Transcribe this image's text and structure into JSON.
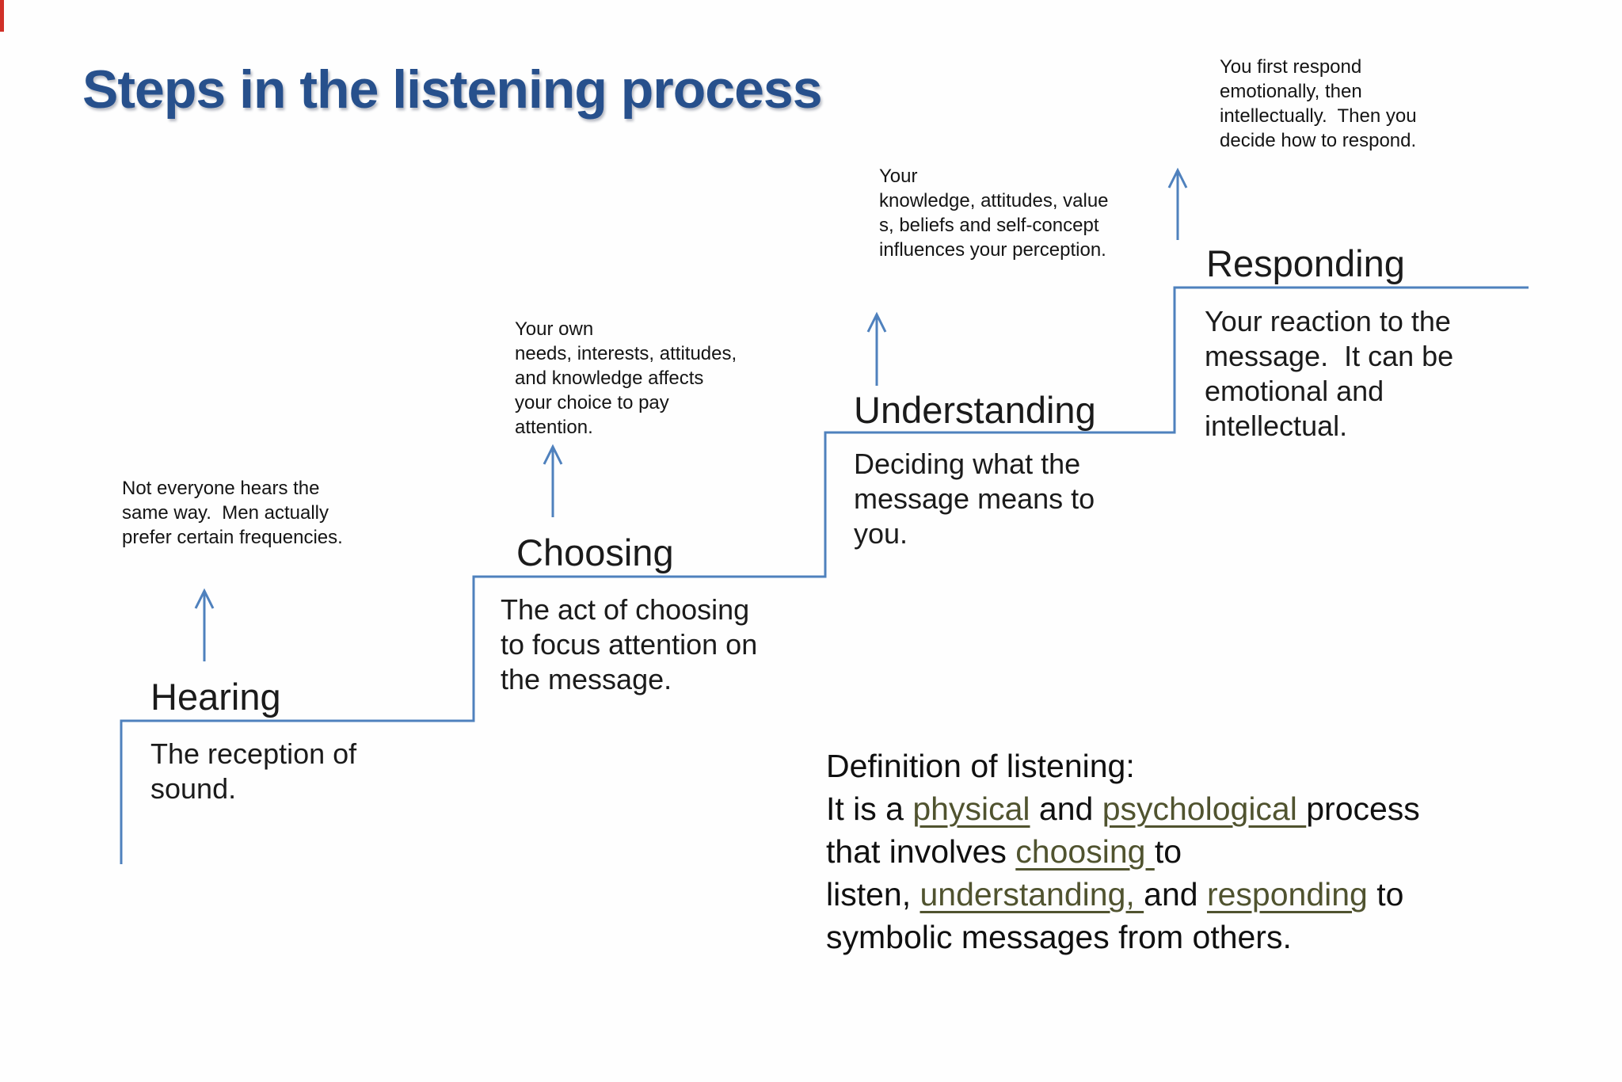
{
  "slide_title": "Steps in the listening process",
  "steps": [
    {
      "name": "Hearing",
      "title": "Hearing",
      "description": "The reception of\nsound.",
      "annotation": "Not everyone hears the\nsame way.  Men actually\nprefer certain frequencies."
    },
    {
      "name": "Choosing",
      "title": "Choosing",
      "description": "The act of choosing\nto focus attention on\nthe message.",
      "annotation": "Your own\nneeds, interests, attitudes,\nand knowledge affects\nyour choice to pay\nattention."
    },
    {
      "name": "Understanding",
      "title": "Understanding",
      "description": "Deciding what the\nmessage means to\nyou.",
      "annotation": "Your\nknowledge, attitudes, value\ns, beliefs and self-concept\ninfluences your perception."
    },
    {
      "name": "Responding",
      "title": "Responding",
      "description": "Your reaction to the\nmessage.  It can be\nemotional and\nintellectual.",
      "annotation": "You first respond\nemotionally, then\nintellectually.  Then you\ndecide how to respond."
    }
  ],
  "definition": {
    "heading": "Definition of listening:",
    "lines": [
      {
        "parts": [
          {
            "text": "It is a ",
            "underline": false
          },
          {
            "text": "physical",
            "underline": true
          },
          {
            "text": " and ",
            "underline": false
          },
          {
            "text": "psychological ",
            "underline": true
          },
          {
            "text": "process",
            "underline": false
          }
        ]
      },
      {
        "parts": [
          {
            "text": "that involves ",
            "underline": false
          },
          {
            "text": "choosing ",
            "underline": true
          },
          {
            "text": "to",
            "underline": false
          }
        ]
      },
      {
        "parts": [
          {
            "text": "listen, ",
            "underline": false
          },
          {
            "text": "understanding, ",
            "underline": true
          },
          {
            "text": "and ",
            "underline": false
          },
          {
            "text": "responding",
            "underline": true
          },
          {
            "text": " to",
            "underline": false
          }
        ]
      },
      {
        "parts": [
          {
            "text": "symbolic messages from others.",
            "underline": false
          }
        ]
      }
    ]
  },
  "colors": {
    "title_blue": "#27508c",
    "diagram_blue": "#4f81bd",
    "underline_olive": "#50532f",
    "text_black": "#161616",
    "background": "#ffffff",
    "edge_artifact_red": "#d03028"
  }
}
